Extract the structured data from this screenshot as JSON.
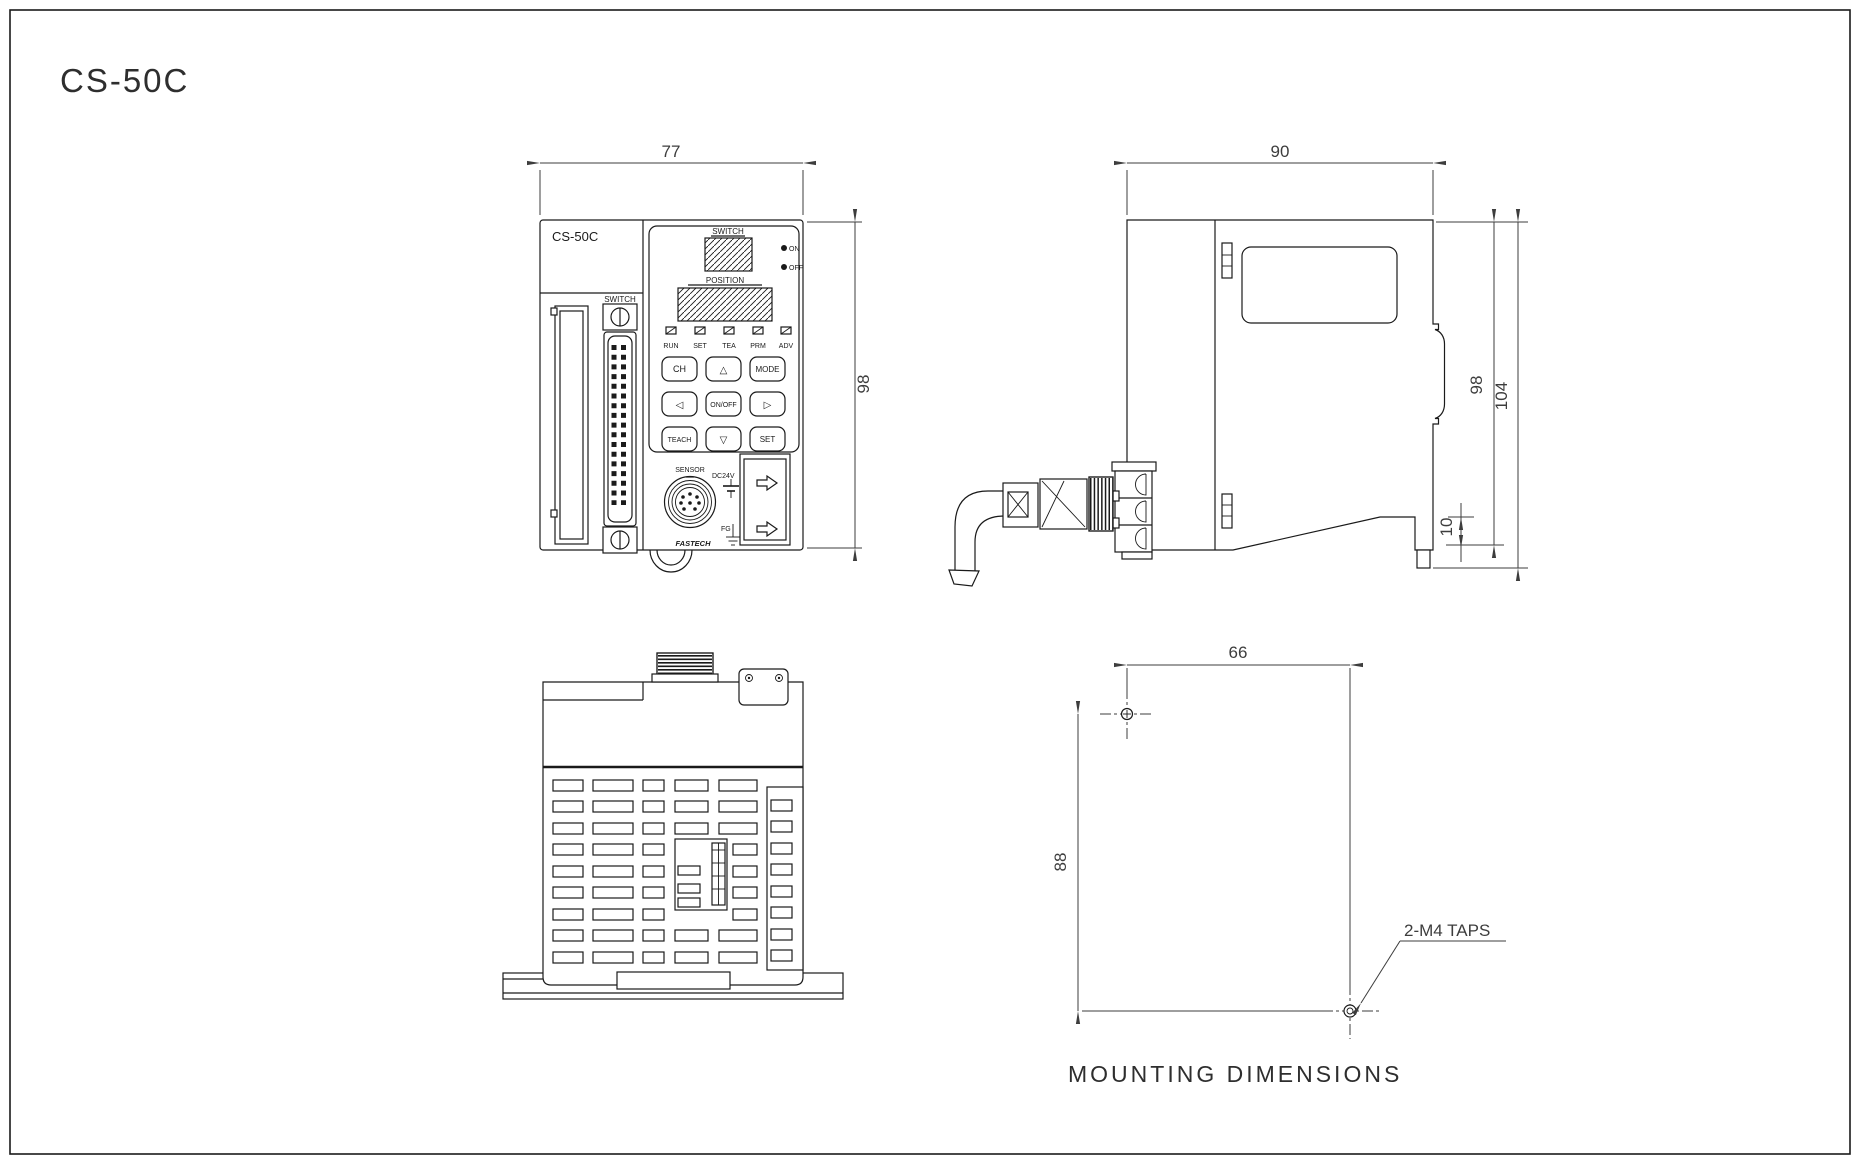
{
  "title": "CS-50C",
  "colors": {
    "ink": "#1a1a1a",
    "background": "#ffffff"
  },
  "front": {
    "model": "CS-50C",
    "dims": {
      "width": "77",
      "height": "98"
    },
    "panel": {
      "switch_label": "SWITCH",
      "rotary_label": "SWITCH",
      "position_label": "POSITION",
      "on": "ON",
      "off": "OFF",
      "leds": [
        "RUN",
        "SET",
        "TEA",
        "PRM",
        "ADV"
      ],
      "keys": [
        "CH",
        "△",
        "MODE",
        "◁",
        "ON/OFF",
        "▷",
        "TEACH",
        "▽",
        "SET"
      ],
      "sensor": "SENSOR",
      "dc24v": "DC24V",
      "fg": "FG",
      "logo": "FASTECH"
    }
  },
  "side": {
    "dims": {
      "depth": "90",
      "body_height": "98",
      "total_height": "104",
      "flange": "10"
    }
  },
  "mount": {
    "dims": {
      "horizontal": "66",
      "vertical": "88"
    },
    "taps": "2-M4 TAPS",
    "caption": "MOUNTING DIMENSIONS"
  }
}
